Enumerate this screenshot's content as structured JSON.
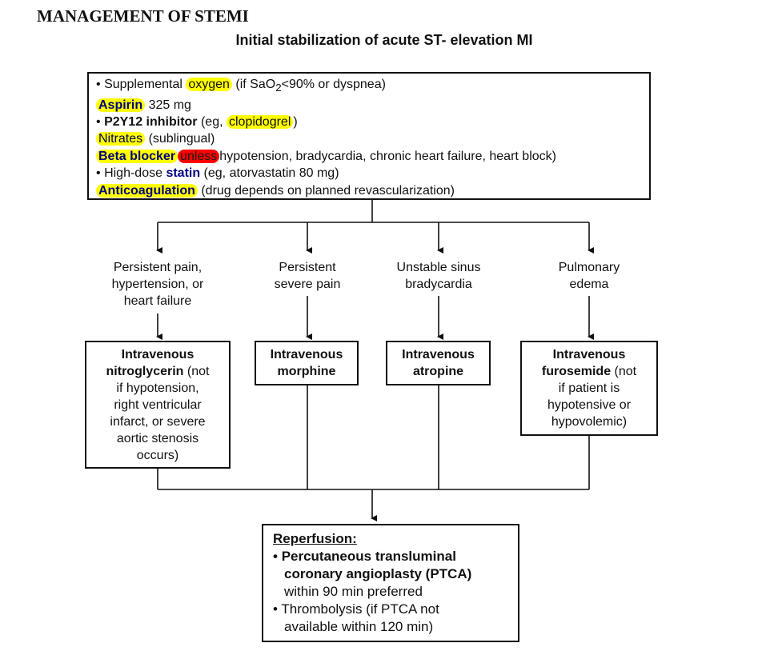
{
  "page_title": "MANAGEMENT OF STEMI",
  "chart_title": "Initial stabilization of acute ST- elevation MI",
  "initial": {
    "oxygen": {
      "bullet": "•",
      "pre": "Supplemental ",
      "hl": "oxygen",
      "post1": " (if SaO",
      "sub": "2",
      "post2": "<90% or dyspnea)"
    },
    "aspirin": {
      "bullet": "•",
      "hl": "Aspirin",
      "post": " 325 mg"
    },
    "p2y12": {
      "bullet": "•",
      "bold": "P2Y12 inhibitor",
      "pre": " (eg, ",
      "hl": "clopidogrel",
      "post": ")"
    },
    "nitrates": {
      "bullet": "•",
      "hl": "Nitrates",
      "post": " (sublingual)"
    },
    "beta": {
      "bullet": "•",
      "hl": "Beta blocker",
      "red": "unless",
      "post": "hypotension, bradycardia, chronic heart failure, heart block)"
    },
    "statin": {
      "bullet": "•",
      "pre": "High-dose ",
      "bold": "statin",
      "post": " (eg, atorvastatin 80 mg)"
    },
    "anticoag": {
      "bullet": "•",
      "hl": "Anticoagulation",
      "post": " (drug depends on planned revascularization)"
    }
  },
  "conditions": [
    {
      "lines": [
        "Persistent pain,",
        "hypertension, or",
        "heart failure"
      ]
    },
    {
      "lines": [
        "Persistent",
        "severe pain"
      ]
    },
    {
      "lines": [
        "Unstable sinus",
        "bradycardia"
      ]
    },
    {
      "lines": [
        "Pulmonary",
        "edema"
      ]
    }
  ],
  "treatments": [
    {
      "line1": "Intravenous",
      "line2_bold": "nitroglycerin",
      "line2_rest": " (not",
      "rest": [
        "if hypotension,",
        "right ventricular",
        "infarct, or severe",
        "aortic stenosis",
        "occurs)"
      ]
    },
    {
      "line1": "Intravenous",
      "line2_bold": "morphine",
      "line2_rest": "",
      "rest": []
    },
    {
      "line1": "Intravenous",
      "line2_bold": "atropine",
      "line2_rest": "",
      "rest": []
    },
    {
      "line1": "Intravenous",
      "line2_bold": "furosemide",
      "line2_rest": " (not",
      "rest": [
        "if patient is",
        "hypotensive or",
        "hypovolemic)"
      ]
    }
  ],
  "reperfusion": {
    "title": "Reperfusion:",
    "bullet": "•",
    "ptca_1": "Percutaneous transluminal",
    "ptca_2": "coronary angioplasty (PTCA)",
    "ptca_3": "within 90 min preferred",
    "thrombo_1": "Thrombolysis (if PTCA not",
    "thrombo_2": "available within 120 min)"
  }
}
